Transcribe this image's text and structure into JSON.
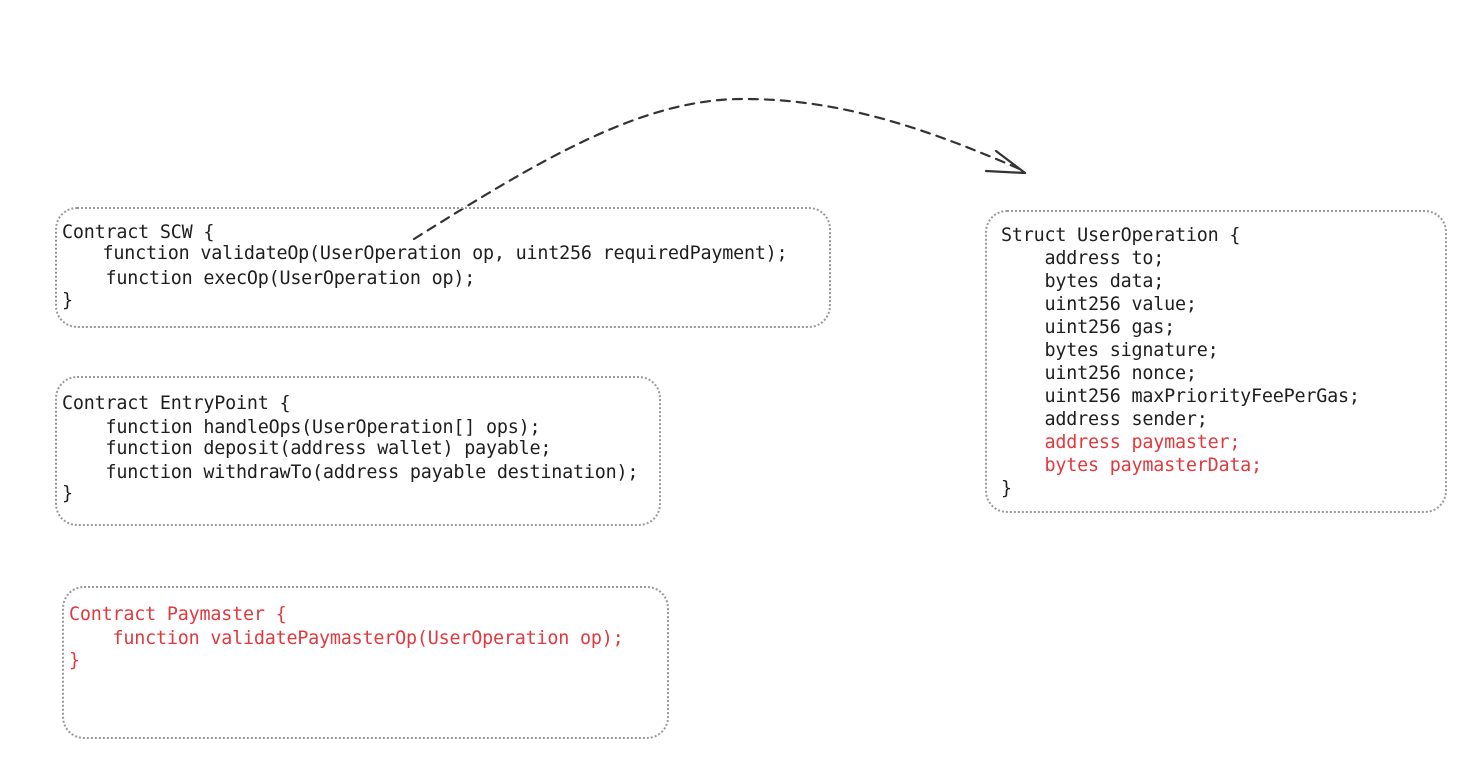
{
  "diagram": {
    "colors": {
      "default_text": "#1e1e1e",
      "highlight_text": "#e0393e",
      "box_border": "#9a9a9a",
      "arrow": "#333333"
    },
    "boxes": {
      "scw": {
        "lines": [
          "Contract SCW {",
          "    function validateOp(UserOperation op, uint256 requiredPayment);",
          "    function execOp(UserOperation op);",
          "}"
        ],
        "highlighted": false
      },
      "entrypoint": {
        "lines": [
          "Contract EntryPoint {",
          "    function handleOps(UserOperation[] ops);",
          "    function deposit(address wallet) payable;",
          "    function withdrawTo(address payable destination);",
          "}"
        ],
        "highlighted": false
      },
      "paymaster": {
        "lines": [
          "Contract Paymaster {",
          "    function validatePaymasterOp(UserOperation op);",
          "}"
        ],
        "highlighted": true
      },
      "user_operation": {
        "lines": [
          "Struct UserOperation {",
          "    address to;",
          "    bytes data;",
          "    uint256 value;",
          "    uint256 gas;",
          "    bytes signature;",
          "    uint256 nonce;",
          "    uint256 maxPriorityFeePerGas;",
          "    address sender;",
          "    address paymaster;",
          "    bytes paymasterData;",
          "}"
        ],
        "highlighted_lines": [
          9,
          10
        ]
      }
    },
    "connector": {
      "from": "scw.validateOp",
      "to": "user_operation",
      "style": "dashed",
      "arrowhead": "open"
    }
  }
}
